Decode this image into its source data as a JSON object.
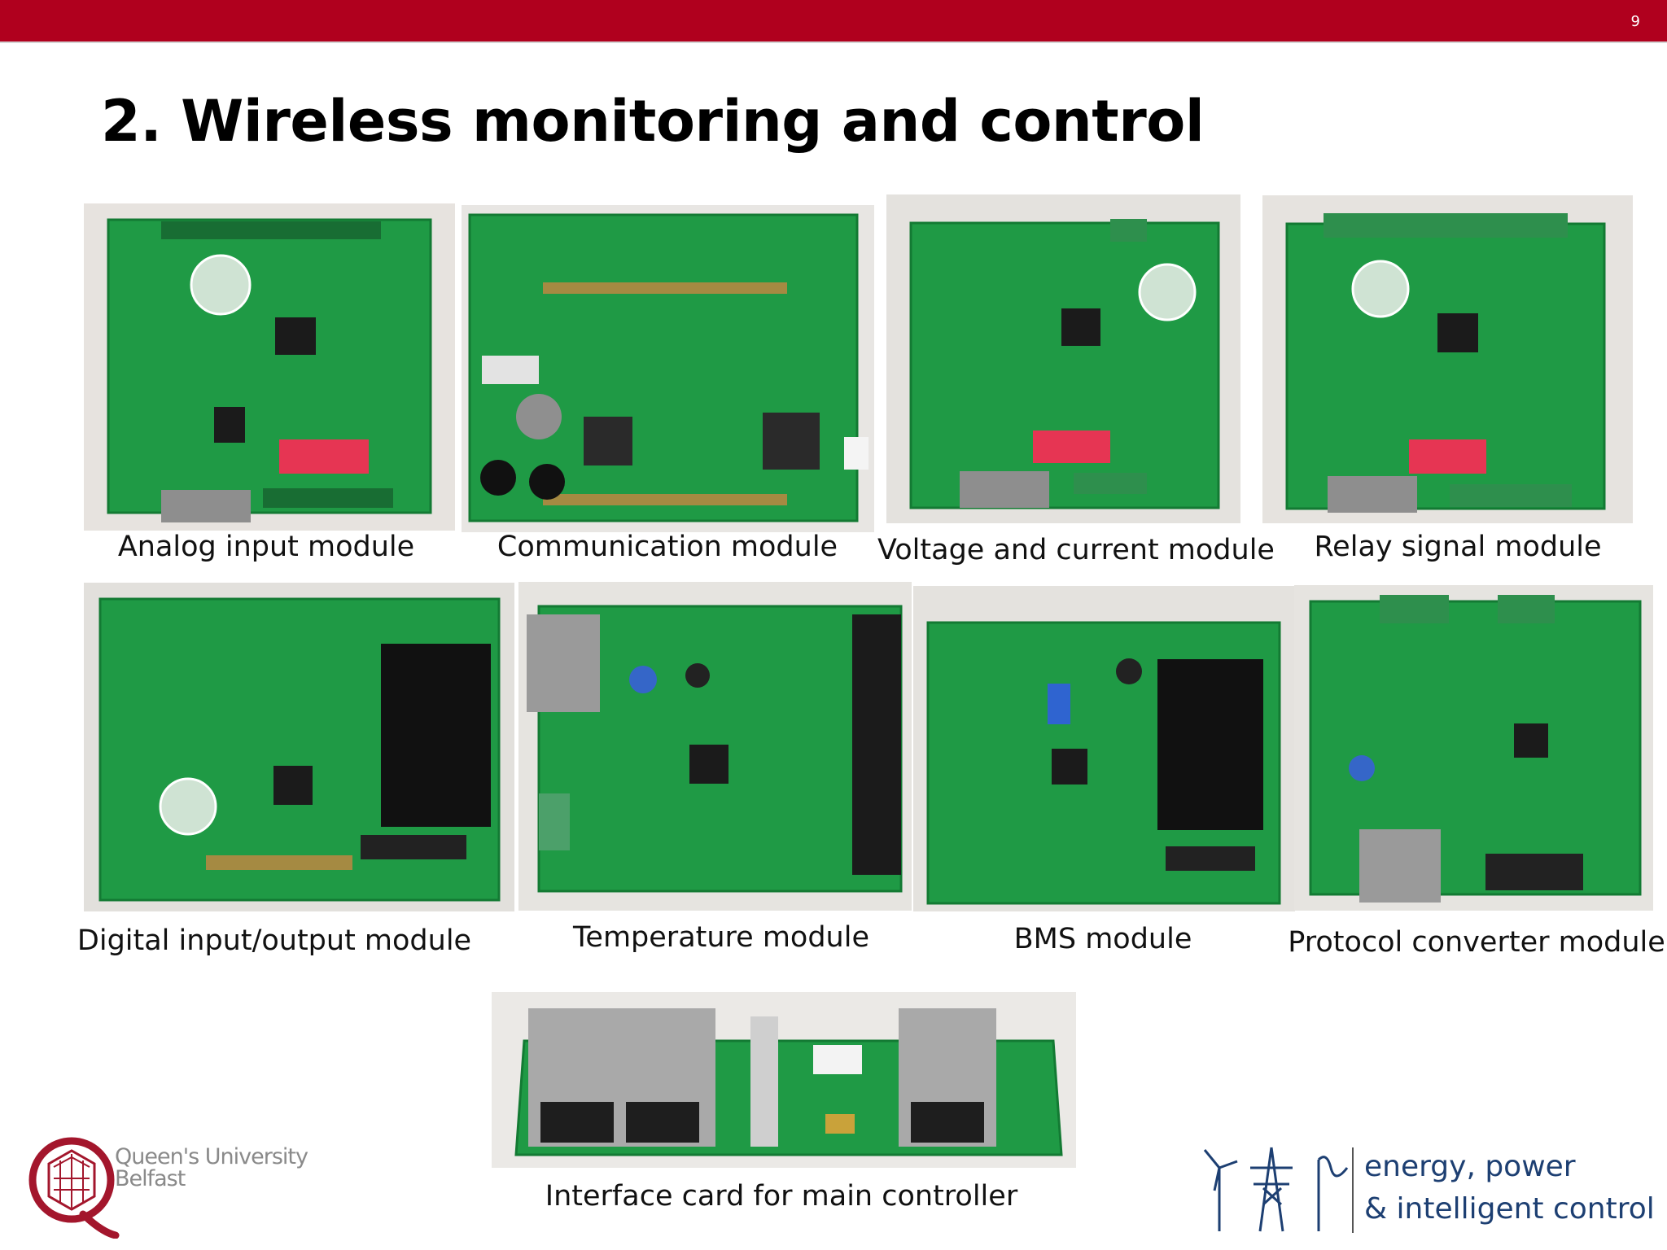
{
  "slide": {
    "page_number": "9",
    "title": "2. Wireless monitoring and control"
  },
  "modules": [
    {
      "caption": "Analog input module",
      "photo_icon": "pcb-board-icon"
    },
    {
      "caption": "Communication module",
      "photo_icon": "pcb-board-icon"
    },
    {
      "caption": "Voltage and current module",
      "photo_icon": "pcb-board-icon"
    },
    {
      "caption": "Relay signal module",
      "photo_icon": "pcb-board-icon"
    },
    {
      "caption": "Digital input/output module",
      "photo_icon": "pcb-board-icon"
    },
    {
      "caption": "Temperature module",
      "photo_icon": "pcb-board-icon"
    },
    {
      "caption": "BMS module",
      "photo_icon": "pcb-board-icon"
    },
    {
      "caption": "Protocol converter module",
      "photo_icon": "pcb-board-icon"
    },
    {
      "caption": "Interface card for main controller",
      "photo_icon": "pcb-board-icon"
    }
  ],
  "footer": {
    "university_line1": "Queen's University",
    "university_line2": "Belfast",
    "group_line1": "energy, power",
    "group_line2": "& intelligent control"
  },
  "colors": {
    "header_bar": "#b0001e",
    "pcb_green": "#1f9a45",
    "title_text": "#000000",
    "group_text": "#1d3f72"
  }
}
